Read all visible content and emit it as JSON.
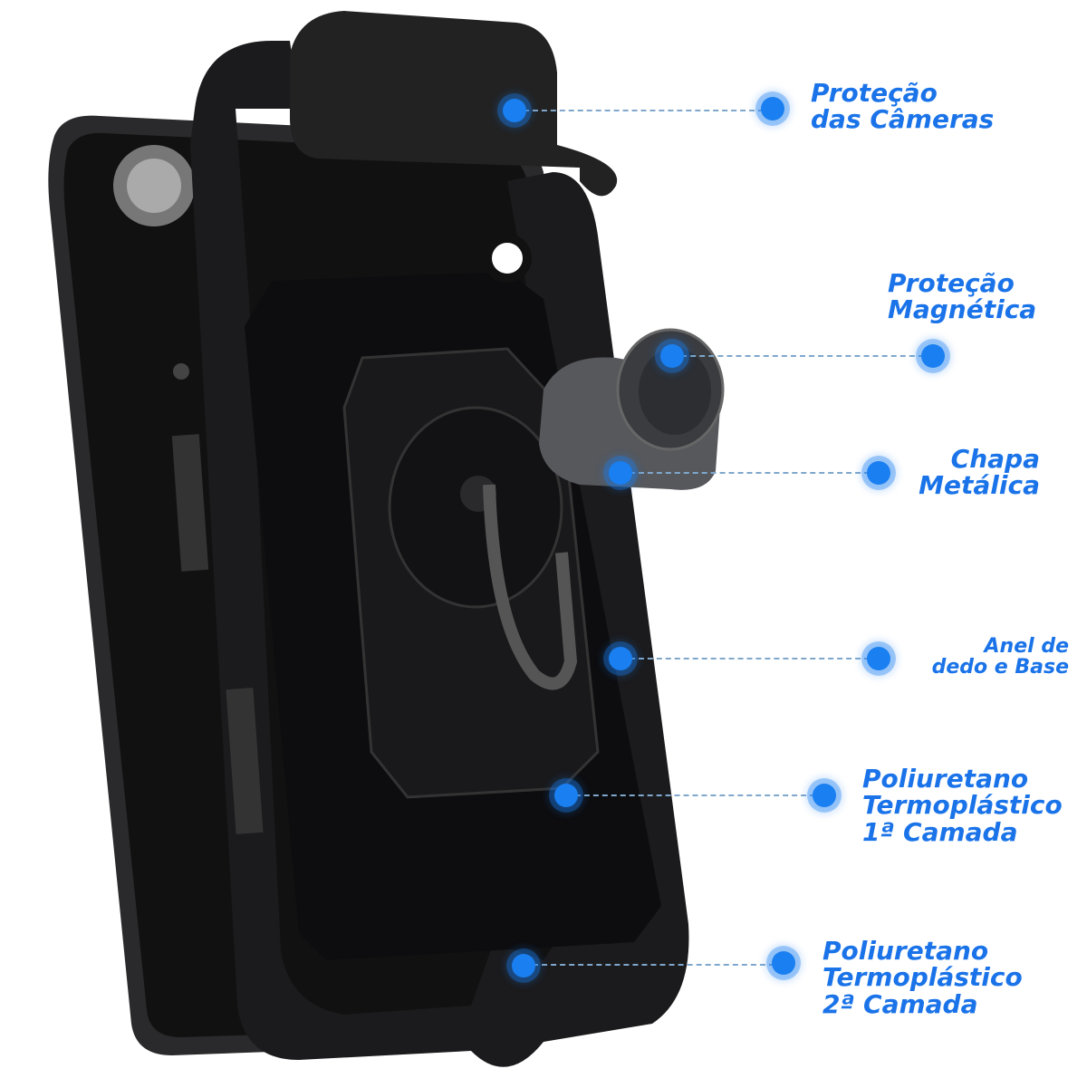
{
  "accent_color": "#1a73e8",
  "callouts": [
    {
      "line1": "Proteção",
      "line2": "das Câmeras"
    },
    {
      "line1": "Proteção",
      "line2": "Magnética"
    },
    {
      "line1": "Chapa",
      "line2": "Metálica"
    },
    {
      "line1": "Anel de",
      "line2": "dedo e Base"
    },
    {
      "line1": "Poliuretano",
      "line2": "Termoplástico",
      "line3": "1ª Camada"
    },
    {
      "line1": "Poliuretano",
      "line2": "Termoplástico",
      "line3": "2ª Camada"
    }
  ]
}
